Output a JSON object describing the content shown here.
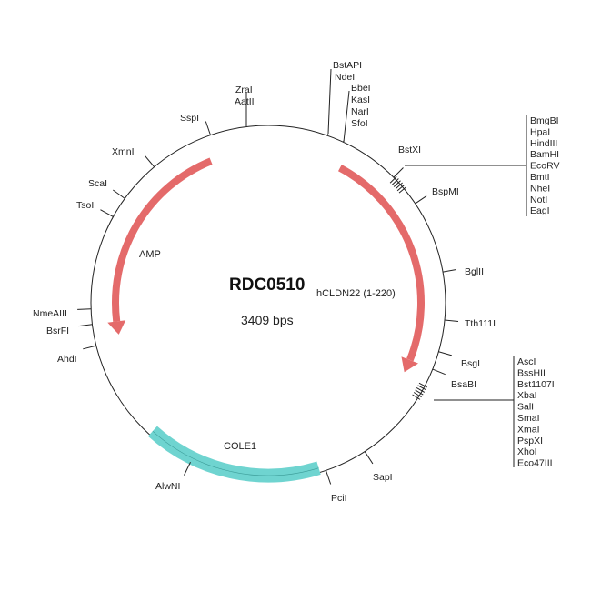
{
  "plasmid": {
    "name": "RDC0510",
    "insert": "hCLDN22 (1-220)",
    "size": "3409 bps"
  },
  "features": {
    "amp": "AMP",
    "cole1": "COLE1"
  },
  "colors": {
    "amp": "#e46a6a",
    "insert": "#e46a6a",
    "cole1": "#6fd4d0",
    "backbone": "#222222"
  },
  "sites": {
    "bstapi": "BstAPI",
    "ndei": "NdeI",
    "bbei": "BbeI",
    "kasi": "KasI",
    "nari": "NarI",
    "sfoi": "SfoI",
    "zrai": "ZraI",
    "aatii": "AatII",
    "sspi": "SspI",
    "xmni": "XmnI",
    "scai": "ScaI",
    "tsoi": "TsoI",
    "nmeaiii": "NmeAIII",
    "bsrfi": "BsrFI",
    "ahdi": "AhdI",
    "alwni": "AlwNI",
    "pcii": "PciI",
    "sapi": "SapI",
    "bstxi": "BstXI",
    "bspmi": "BspMI",
    "bglii": "BglII",
    "tth111i": "Tth111I",
    "bsgi": "BsgI",
    "bsabi": "BsaBI"
  },
  "mcs1": [
    "BmgBI",
    "HpaI",
    "HindIII",
    "BamHI",
    "EcoRV",
    "BmtI",
    "NheI",
    "NotI",
    "EagI"
  ],
  "mcs2": [
    "AscI",
    "BssHII",
    "Bst1107I",
    "XbaI",
    "SalI",
    "SmaI",
    "XmaI",
    "PspXI",
    "XhoI",
    "Eco47III"
  ]
}
